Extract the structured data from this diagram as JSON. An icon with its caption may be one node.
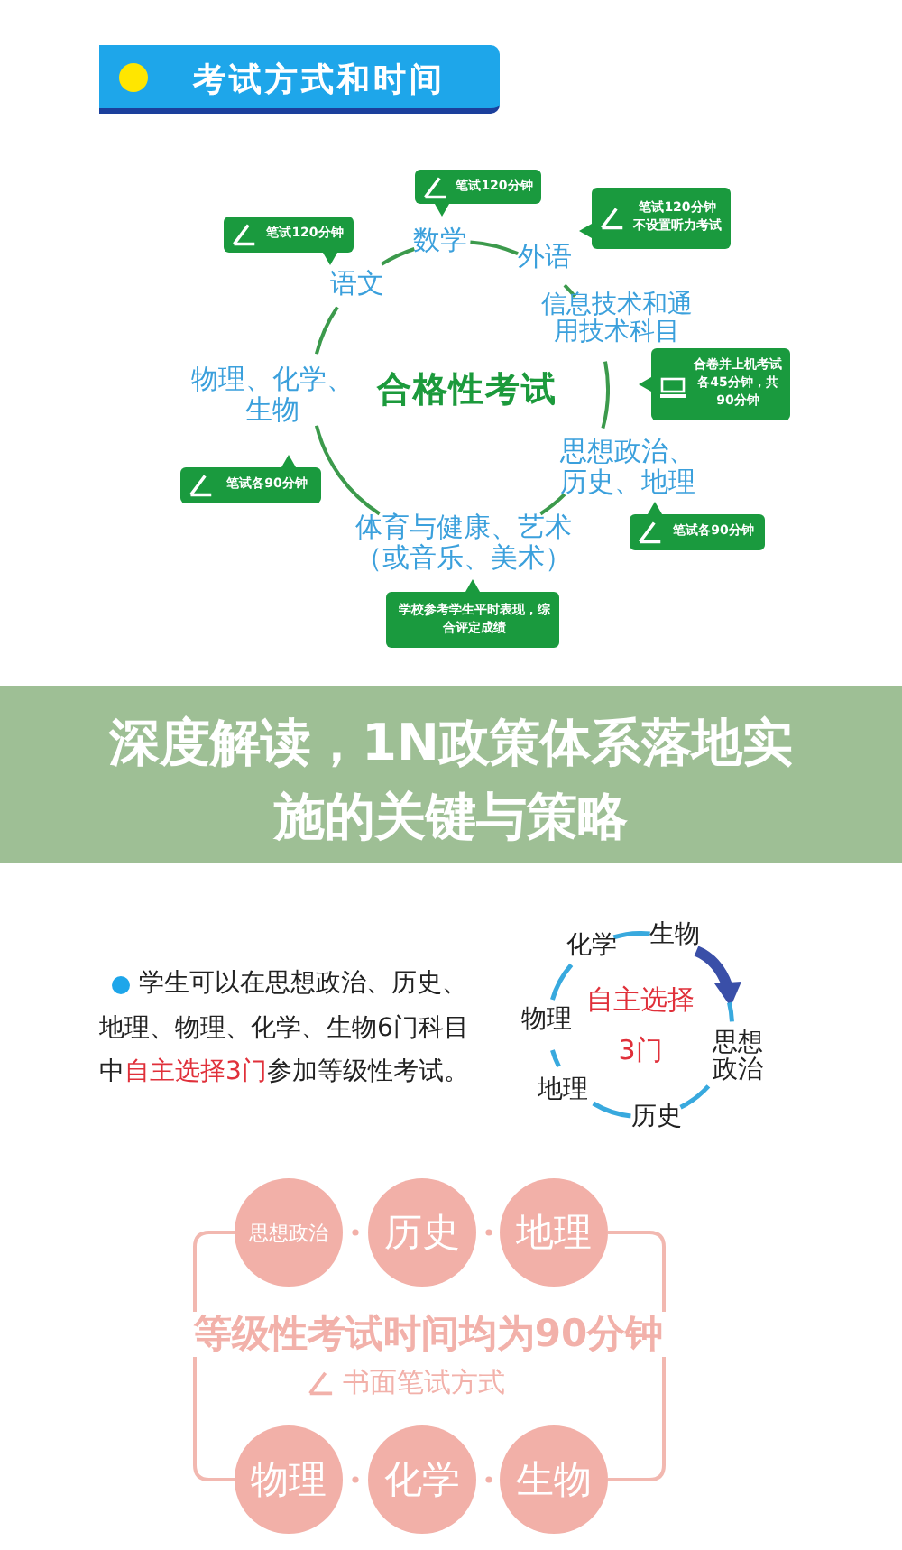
{
  "diagram": {
    "title": "考试方式和时间",
    "caption": "深度解读，1N政策体系落地实施的关键与策略",
    "nodes": [
      {
        "text": [
          "合格性考试"
        ]
      },
      {
        "text": [
          "笔试120分钟"
        ]
      },
      {
        "text": [
          "笔试120分钟"
        ]
      },
      {
        "text": [
          "笔试120分钟",
          "不设置听力考试"
        ]
      },
      {
        "text": [
          "合卷并上机考试各45分钟，共90分钟"
        ]
      },
      {
        "text": [
          "笔试各90分钟"
        ]
      },
      {
        "text": [
          "笔试各90分钟"
        ]
      },
      {
        "text": [
          "学校参考学生平时表现，综合评定成绩"
        ]
      },
      {
        "text": [
          "自主选择3门"
        ]
      },
      {
        "text": [
          "思想政治"
        ]
      },
      {
        "text": [
          "历史"
        ]
      },
      {
        "text": [
          "地理"
        ]
      },
      {
        "text": [
          "物理"
        ]
      },
      {
        "text": [
          "化学"
        ]
      },
      {
        "text": [
          "生物"
        ]
      }
    ],
    "labels": [
      "数学",
      "外语",
      "语文",
      "信息技术和通用技术科目",
      "物理、化学、生物",
      "思想政治、历史、地理",
      "体育与健康、艺术（或音乐、美术）",
      "学生可以在思想政治、历史、地理、物理、化学、生物6门科目中**自主选择3门**参加等级性考试。",
      "化学",
      "生物",
      "物理",
      "思想政治",
      "地理",
      "历史",
      "等级性考试时间均为90分钟",
      "书面笔试方式"
    ]
  }
}
